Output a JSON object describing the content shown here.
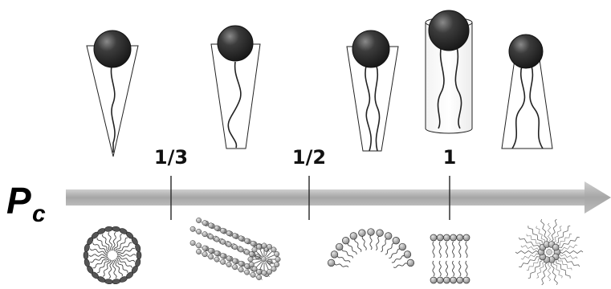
{
  "axis": {
    "symbol": "P",
    "subscript": "c",
    "tick_labels": [
      "1/3",
      "1/2",
      "1"
    ],
    "colors": {
      "arrow": "#a8a8a8",
      "arrow_edge": "#bdbdbd",
      "head": "#3a3a3a",
      "outline": "#222222",
      "lipid_head": "#9a9a9a"
    }
  },
  "packing_shapes": [
    "cone",
    "truncated-cone",
    "truncated-cone",
    "cylinder",
    "inverted-truncated-cone"
  ],
  "aggregates": [
    "spherical-micelle",
    "cylindrical-micelle",
    "curved-bilayer",
    "planar-bilayer",
    "inverted-micelle"
  ]
}
